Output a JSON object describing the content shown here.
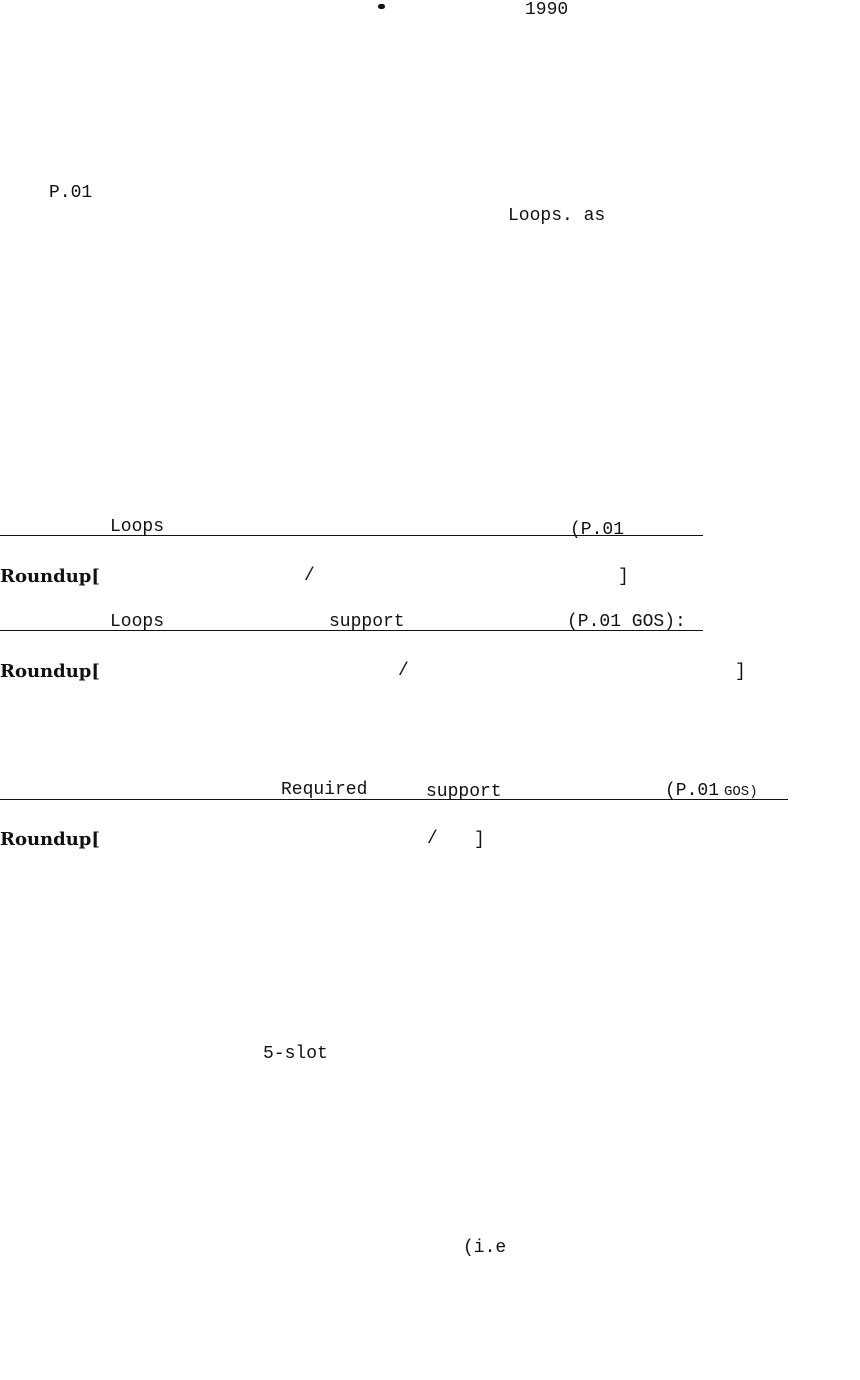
{
  "header": {
    "year": "1990"
  },
  "body": {
    "ref_top": "P.01",
    "loops_as": "Loops. as",
    "slot": "5-slot",
    "ie": "(i.e"
  },
  "formula_1": {
    "term_loops": "Loops",
    "term_p01": "(P.01",
    "roundup": "Roundup[",
    "slash": "/",
    "close": "]"
  },
  "formula_2": {
    "term_loops": "Loops",
    "term_support": "support",
    "term_p01_gos": "(P.01 GOS):",
    "roundup": "Roundup[",
    "slash": "/",
    "close": "]"
  },
  "formula_3": {
    "term_required": "Required",
    "term_support": "support",
    "term_p01": "(P.01",
    "term_gos": "GOS)",
    "roundup": "Roundup[",
    "slash": "/",
    "close": "]"
  }
}
